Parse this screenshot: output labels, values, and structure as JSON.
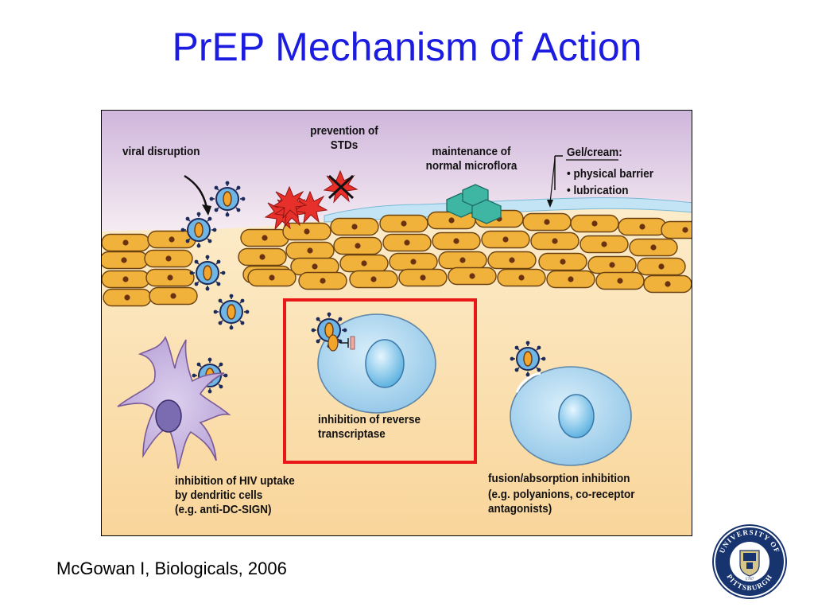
{
  "slide": {
    "title": "PrEP Mechanism of Action",
    "citation": "McGowan I, Biologicals, 2006"
  },
  "diagram": {
    "viral_disruption": "viral disruption",
    "std_line1": "prevention of",
    "std_line2": "STDs",
    "microflora_line1": "maintenance of",
    "microflora_line2": "normal microflora",
    "gel_title": "Gel/cream:",
    "gel_item1": "• physical barrier",
    "gel_item2": "• lubrication",
    "rt_line1": "inhibition of reverse",
    "rt_line2": "transcriptase",
    "fusion_line1": "fusion/absorption inhibition",
    "fusion_line2": "(e.g. polyanions, co-receptor",
    "fusion_line3": "antagonists)",
    "dc_line1": "inhibition of HIV uptake",
    "dc_line2": "by dendritic cells",
    "dc_line3": "(e.g. anti-DC-SIGN)"
  },
  "logo": {
    "text_top": "UNIVERSITY OF",
    "text_bottom": "PITTSBURGH",
    "year": "1787"
  },
  "colors": {
    "title": "#1c1ce0",
    "highlight_box": "#e81818",
    "epithelial_cell": "#f1b23c",
    "target_cell": "#9fd0ee",
    "dendritic_cell": "#c9b3e2",
    "std_marker": "#e8302a",
    "microflora": "#3fb5a3",
    "seal_navy": "#18346e"
  }
}
